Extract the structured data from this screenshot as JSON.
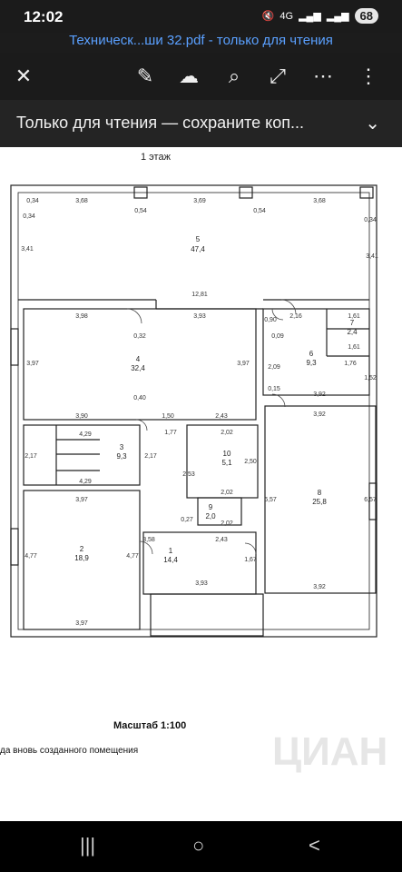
{
  "status": {
    "time": "12:02",
    "network": "4G",
    "battery": "68"
  },
  "window": {
    "title": "Техническ...ши 32.pdf - только для чтения"
  },
  "toolbar": {
    "close": "✕",
    "edit": "✎",
    "upload": "☁",
    "search": "⌕",
    "expand": "⤢",
    "share": "⋯",
    "more": "⋮"
  },
  "banner": {
    "text": "Только для чтения — сохраните коп..."
  },
  "plan": {
    "floor_label": "1 этаж",
    "scale_label": "Масштаб 1:100",
    "footer_text": "да вновь созданного помещения",
    "rooms": [
      {
        "id": "5",
        "area": "47,4"
      },
      {
        "id": "4",
        "area": "32,4"
      },
      {
        "id": "6",
        "area": "9,3"
      },
      {
        "id": "7",
        "area": "2,4"
      },
      {
        "id": "3",
        "area": "9,3"
      },
      {
        "id": "10",
        "area": "5,1"
      },
      {
        "id": "8",
        "area": "25,8"
      },
      {
        "id": "2",
        "area": "18,9"
      },
      {
        "id": "9",
        "area": "2,0"
      },
      {
        "id": "1",
        "area": "14,4"
      }
    ],
    "dims": {
      "d368": "3,68",
      "d369": "3,69",
      "d034": "0,34",
      "d054": "0,54",
      "d341": "3,41",
      "d1281": "12,81",
      "d398": "3,98",
      "d393": "3,93",
      "d040": "0,40",
      "d032": "0,32",
      "d397": "3,97",
      "d390": "3,90",
      "d150": "1,50",
      "d243": "2,43",
      "d216": "2,16",
      "d090": "0,90",
      "d009": "0,09",
      "d161": "1,61",
      "d176": "1,76",
      "d152": "1,52",
      "d209": "2,09",
      "d015": "0,15",
      "d392": "3,92",
      "d429": "4,29",
      "d217": "2,17",
      "d177": "1,77",
      "d202": "2,02",
      "d250": "2,50",
      "d253": "2,53",
      "d657": "6,57",
      "d477": "4,77",
      "d358": "3,58",
      "d027": "0,27",
      "d167": "1,67"
    },
    "watermark": "ЦИАН"
  },
  "navbar": {
    "recent": "|||",
    "home": "○",
    "back": "<"
  }
}
